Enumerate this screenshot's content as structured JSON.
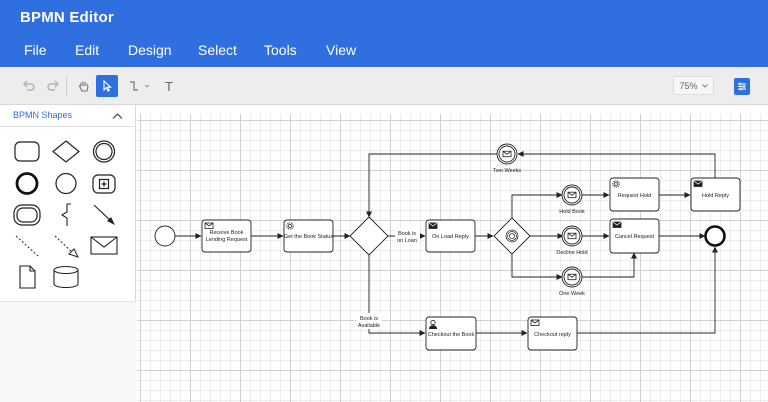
{
  "app": {
    "title": "BPMN Editor"
  },
  "menu": {
    "items": [
      "File",
      "Edit",
      "Design",
      "Select",
      "Tools",
      "View"
    ]
  },
  "toolbar": {
    "zoom_label": "75%",
    "text_tool_label": "T"
  },
  "palette": {
    "title": "BPMN Shapes"
  },
  "diagram": {
    "tasks": {
      "receive": [
        "Receive Book",
        "Lending Request"
      ],
      "status": "Get the Book Status",
      "onloan": "On Load Reply",
      "requesthold": "Request Hold",
      "holdreply": "Hold Reply",
      "cancel": "Cancel Request",
      "checkout": "Checkout the Book",
      "checkoutreply": "Checkout reply"
    },
    "events": {
      "twoweeks": "Two Weeks",
      "holdbook": "Hold Book",
      "declinehold": "Decline Hold",
      "oneweek": "One Week"
    },
    "flows": {
      "onloan": [
        "Book is",
        "on Loan"
      ],
      "available": [
        "Book is",
        "Available"
      ]
    }
  },
  "colors": {
    "accent": "#2f6fe0",
    "toolbar": "#ededed"
  }
}
